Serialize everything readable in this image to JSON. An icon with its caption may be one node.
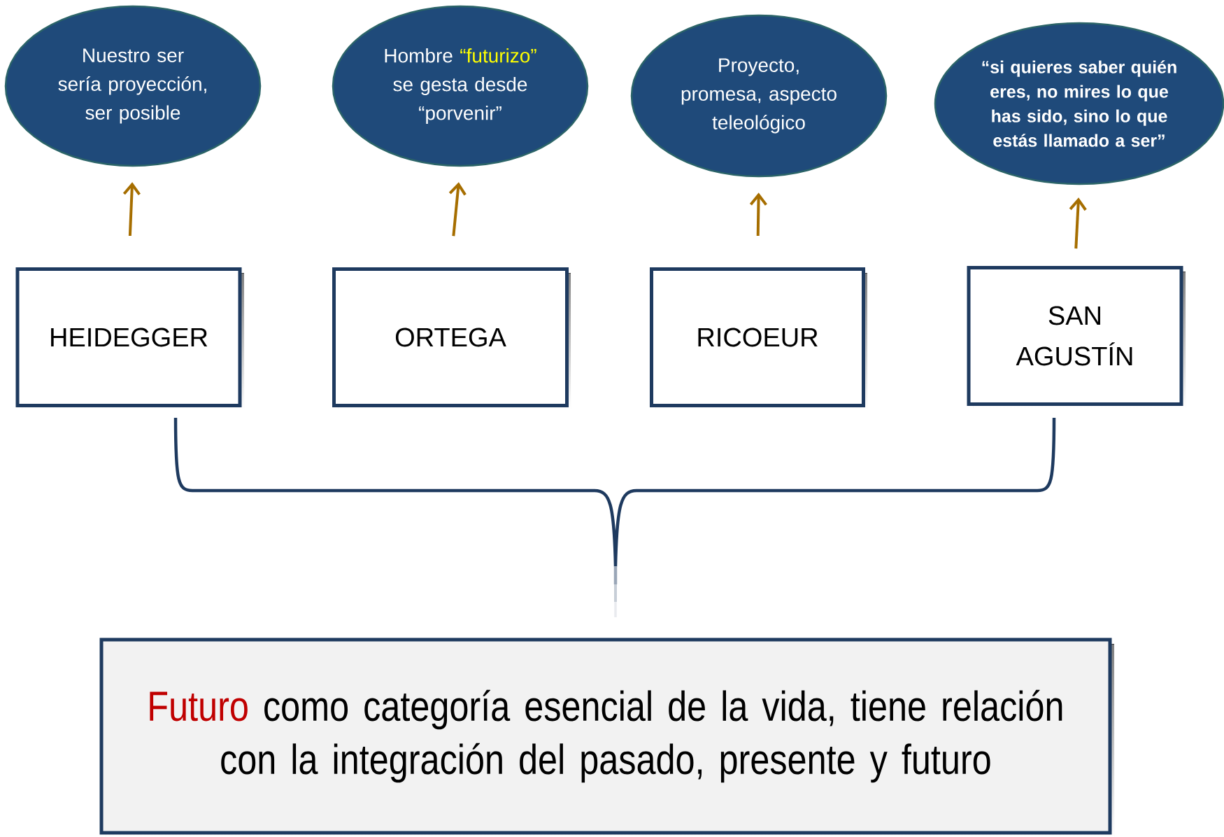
{
  "diagram": {
    "nodes": [
      {
        "text": [
          "Nuestro ser sería proyección, ser posible"
        ]
      },
      {
        "text": [
          "Hombre",
          "“futurizo”",
          "se gesta desde “porvenir”"
        ]
      },
      {
        "text": [
          "Proyecto, promesa, aspecto teleológico"
        ]
      },
      {
        "text": [
          "“si quieres saber quién eres, no mires lo que has sido, sino lo que estás llamado a ser”"
        ]
      },
      {
        "text": [
          "HEIDEGGER"
        ]
      },
      {
        "text": [
          "ORTEGA"
        ]
      },
      {
        "text": [
          "RICOEUR"
        ]
      },
      {
        "text": [
          "SAN AGUSTÍN"
        ]
      },
      {
        "text": [
          "Futuro",
          "como categoría esencial de la vida, tiene relación con la integración del pasado, presente y futuro"
        ]
      }
    ],
    "edges": [
      {
        "from": 4,
        "to": 0,
        "arrow": "to"
      },
      {
        "from": 5,
        "to": 1,
        "arrow": "to"
      },
      {
        "from": 6,
        "to": 2,
        "arrow": "to"
      },
      {
        "from": 7,
        "to": 3,
        "arrow": "to"
      }
    ]
  }
}
